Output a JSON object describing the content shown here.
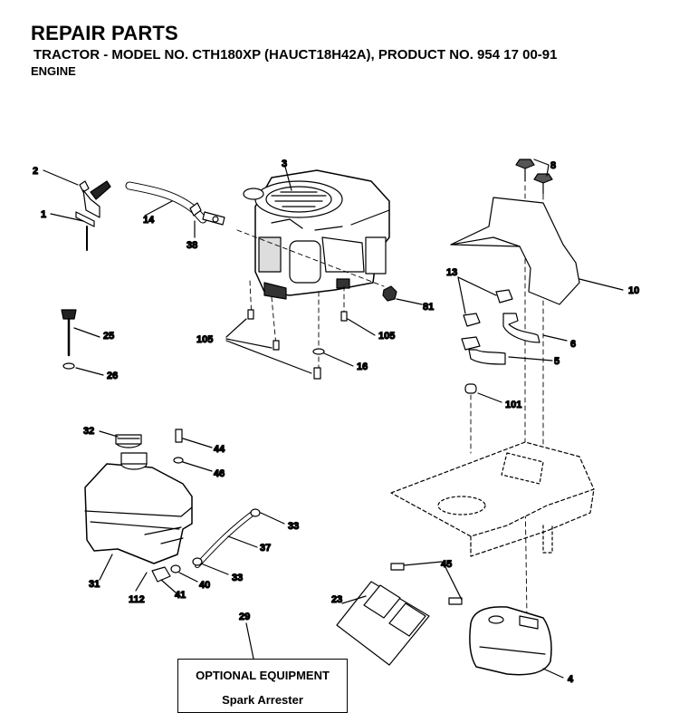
{
  "header": {
    "title": "REPAIR PARTS",
    "subtitle": "TRACTOR - MODEL NO. CTH180XP (HAUCT18H42A), PRODUCT NO. 954 17 00-91",
    "section": "ENGINE"
  },
  "callouts": {
    "p1": "1",
    "p2": "2",
    "p3": "3",
    "p4": "4",
    "p5": "5",
    "p6": "6",
    "p8": "8",
    "p10": "10",
    "p13": "13",
    "p14": "14",
    "p16": "16",
    "p23": "23",
    "p25": "25",
    "p26": "26",
    "p29": "29",
    "p31": "31",
    "p32": "32",
    "p33a": "33",
    "p33b": "33",
    "p37": "37",
    "p38": "38",
    "p40": "40",
    "p41": "41",
    "p44": "44",
    "p45": "45",
    "p46": "46",
    "p81": "81",
    "p101": "101",
    "p105a": "105",
    "p105b": "105",
    "p112": "112"
  },
  "optional": {
    "title": "OPTIONAL EQUIPMENT",
    "item": "Spark Arrester"
  }
}
